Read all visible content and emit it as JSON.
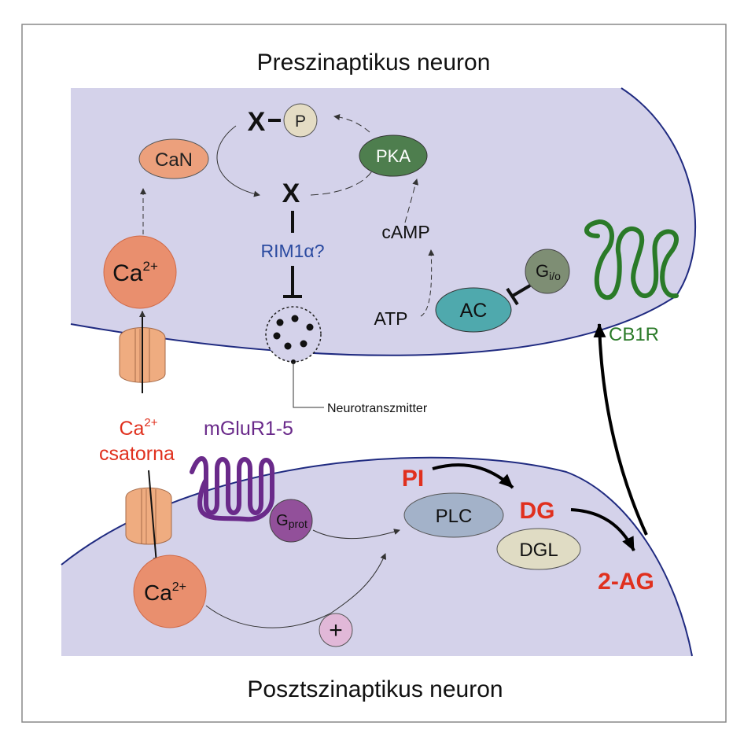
{
  "titles": {
    "presynaptic": "Preszinaptikus neuron",
    "postsynaptic": "Posztszinaptikus neuron"
  },
  "labels": {
    "x_top": "X",
    "p": "P",
    "x_mid": "X",
    "can": "CaN",
    "pka": "PKA",
    "camp": "cAMP",
    "rim": "RIM1α?",
    "ca_pre_base": "Ca",
    "ca_pre_sup": "2+",
    "gio_base": "G",
    "gio_sub": "i/o",
    "atp": "ATP",
    "ac": "AC",
    "cb1r": "CB1R",
    "neurotransmitter": "Neurotranszmitter",
    "ca_channel_base": "Ca",
    "ca_channel_sup": "2+",
    "ca_channel_word": "csatorna",
    "mglur": "mGluR1-5",
    "gprot_base": "G",
    "gprot_sub": "prot",
    "pi": "PI",
    "plc": "PLC",
    "dg": "DG",
    "dgl": "DGL",
    "two_ag": "2-AG",
    "ca_post_base": "Ca",
    "ca_post_sup": "2+",
    "plus": "+"
  },
  "colors": {
    "membrane_fill": "#d4d2ea",
    "membrane_line": "#1f2a80",
    "ca_fill": "#e98f6e",
    "can_fill": "#eca07c",
    "p_fill": "#e4dcc4",
    "pka_fill": "#4e7e4e",
    "gio_fill": "#7e8e74",
    "ac_fill": "#4fa9ad",
    "plc_fill": "#a3b2c9",
    "dgl_fill": "#e0dcc4",
    "gprot_fill": "#92509a",
    "plus_fill": "#e1b8d8",
    "channel_fill": "#efac80",
    "rim_text": "#2a4aa0",
    "red_text": "#e0301e",
    "purple_text": "#6a2a8a",
    "green_text": "#2a7a28"
  }
}
